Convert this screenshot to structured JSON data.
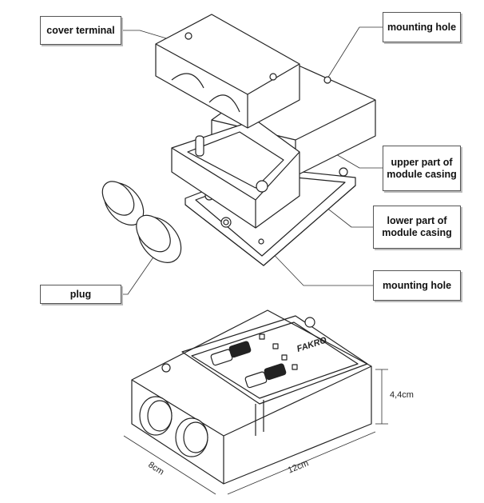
{
  "labels": {
    "cover_terminal": "cover terminal",
    "mounting_hole_top": "mounting hole",
    "upper_casing": "upper part of module casing",
    "lower_casing": "lower part of module casing",
    "plug": "plug",
    "mounting_hole_bottom": "mounting hole"
  },
  "dimensions": {
    "height": "4,4cm",
    "depth": "8cm",
    "length": "12cm"
  },
  "logo": "FAKRO",
  "colors": {
    "line": "#222222",
    "label_border": "#555555"
  }
}
